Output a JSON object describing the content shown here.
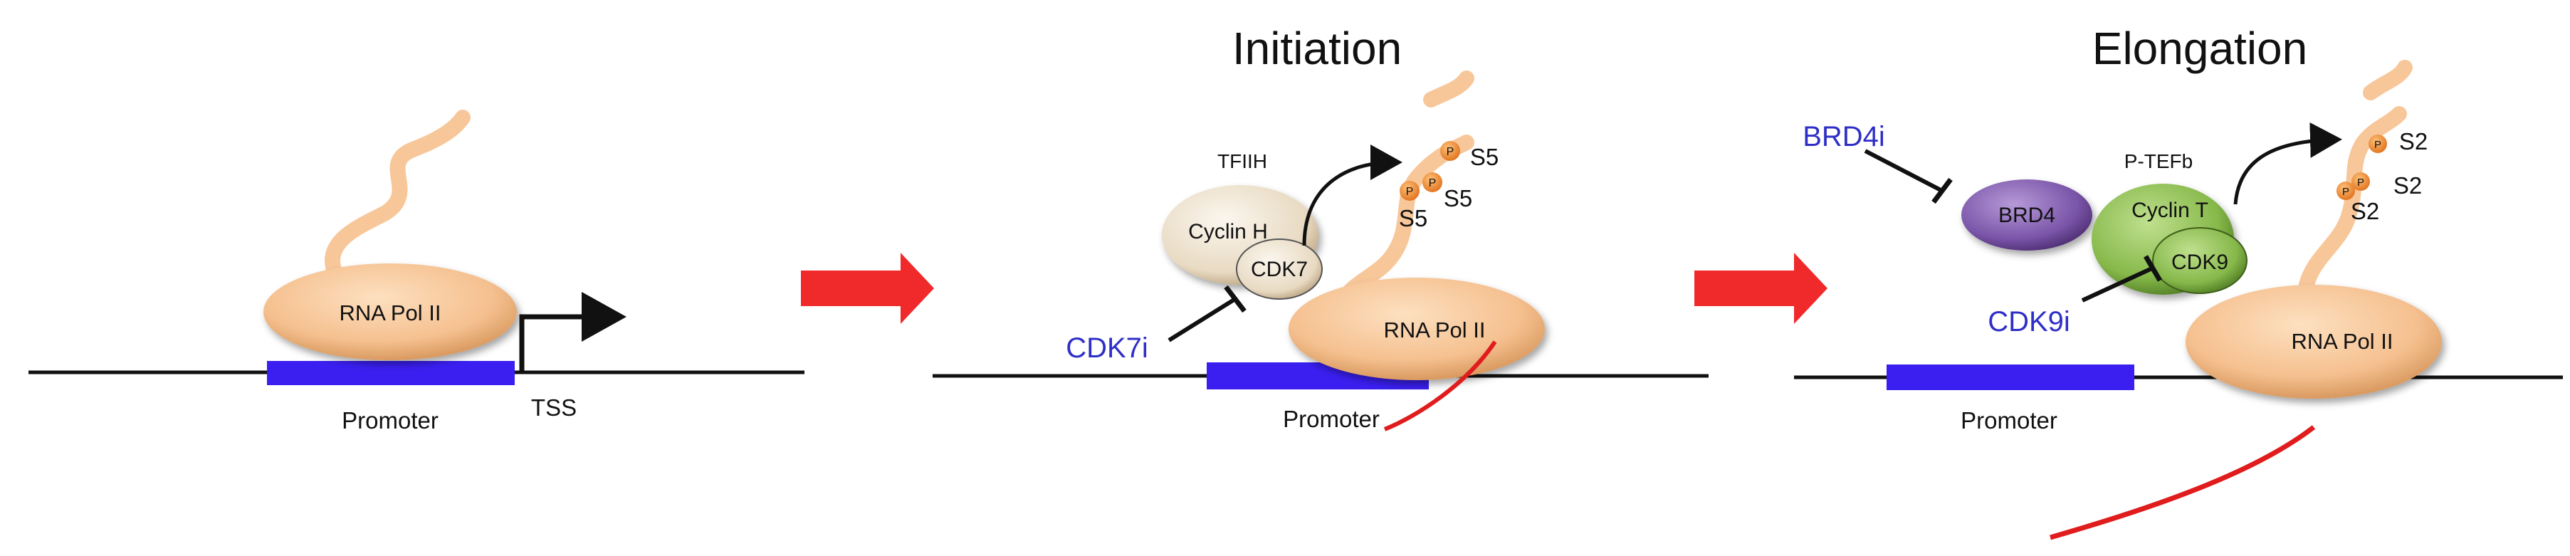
{
  "panel1": {
    "enzyme": "RNA Pol II",
    "promoter": "Promoter",
    "tss": "TSS"
  },
  "panel2": {
    "title": "Initiation",
    "complex": "TFIIH",
    "cyclin": "Cyclin H",
    "kinase": "CDK7",
    "inhibitor": "CDK7i",
    "enzyme": "RNA Pol II",
    "promoter": "Promoter",
    "phospho": "P",
    "site_a": "S5",
    "site_b": "S5",
    "site_c": "S5"
  },
  "panel3": {
    "title": "Elongation",
    "reader": "BRD4",
    "reader_inhibitor": "BRD4i",
    "complex": "P-TEFb",
    "cyclin": "Cyclin T",
    "kinase": "CDK9",
    "inhibitor": "CDK9i",
    "enzyme": "RNA Pol II",
    "promoter": "Promoter",
    "phospho": "P",
    "site_a": "S2",
    "site_b": "S2",
    "site_c": "S2"
  },
  "colors": {
    "dna": "#111111",
    "promoter": "#3a1ff0",
    "pol2": "#f5c08f",
    "tail": "#f7c79a",
    "phospho": "#f08a1a",
    "transition_arrow": "#f0292b",
    "rna": "#e01c1c",
    "tfiih": "#ece0cc",
    "ptefb": "#86b84a",
    "brd4": "#7a54a8",
    "inhibitor_text": "#2f2fc8"
  }
}
